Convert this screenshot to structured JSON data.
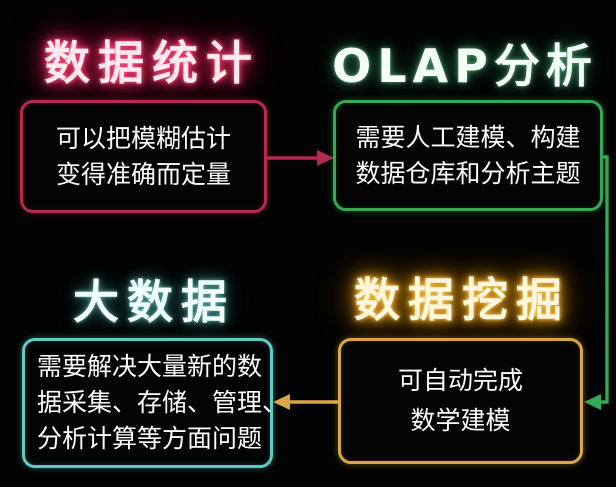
{
  "diagram_title": "数据统计 / OLAP分析 / 大数据 / 数据挖掘 关系图",
  "colors": {
    "background": "#030303",
    "statistics": "#b52a4e",
    "olap": "#33a855",
    "bigdata": "#62c9c3",
    "mining": "#d8a845"
  },
  "nodes": {
    "statistics": {
      "title": "数据统计",
      "body_lines": [
        "可以把模糊估计",
        "变得准确而定量"
      ]
    },
    "olap": {
      "title": "OLAP分析",
      "body_lines": [
        "需要人工建模、构建",
        "数据仓库和分析主题"
      ]
    },
    "bigdata": {
      "title": "大数据",
      "body_lines": [
        "需要解决大量新的数",
        "据采集、存储、管理、",
        "分析计算等方面问题"
      ]
    },
    "mining": {
      "title": "数据挖掘",
      "body_lines": [
        "可自动完成",
        "数学建模"
      ]
    }
  },
  "connectors": [
    {
      "name": "statistics-to-olap",
      "from": "statistics",
      "to": "olap",
      "direction": "right",
      "color": "#bf2a52"
    },
    {
      "name": "olap-to-mining",
      "from": "olap",
      "to": "mining",
      "direction": "right-down-left",
      "color": "#33a855"
    },
    {
      "name": "mining-to-bigdata",
      "from": "mining",
      "to": "bigdata",
      "direction": "left",
      "color": "#d8a845"
    }
  ]
}
